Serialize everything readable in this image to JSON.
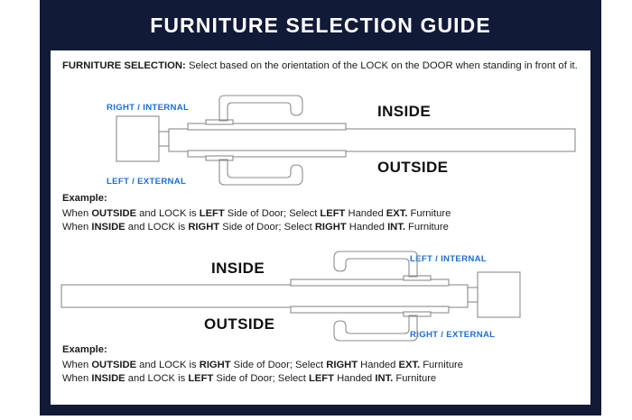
{
  "colors": {
    "frame_navy": "#111a37",
    "panel_white": "#ffffff",
    "label_blue": "#1a6fd4",
    "label_black": "#101010",
    "line_grey": "#8b8b8b"
  },
  "header": {
    "title": "FURNITURE SELECTION GUIDE"
  },
  "intro": {
    "label": "FURNITURE SELECTION:",
    "text": "Select based on the orientation of the LOCK on the DOOR when standing in front of it."
  },
  "diagram_one": {
    "name": "door-lock-left-diagram",
    "top_label": "RIGHT / INTERNAL",
    "bottom_label": "LEFT / EXTERNAL",
    "inside_label": "INSIDE",
    "outside_label": "OUTSIDE",
    "lock_side": "left"
  },
  "example_one": {
    "heading": "Example:",
    "line1": {
      "p1": "When ",
      "b1": "OUTSIDE",
      "p2": " and LOCK is ",
      "b2": "LEFT",
      "p3": " Side of Door;   Select ",
      "b3": "LEFT",
      "p4": " Handed ",
      "b4": "EXT.",
      "p5": " Furniture"
    },
    "line2": {
      "p1": "When ",
      "b1": "INSIDE",
      "p2": " and LOCK is ",
      "b2": "RIGHT",
      "p3": " Side of Door;  Select ",
      "b3": "RIGHT",
      "p4": " Handed ",
      "b4": "INT.",
      "p5": " Furniture"
    }
  },
  "diagram_two": {
    "name": "door-lock-right-diagram",
    "top_label": "LEFT / INTERNAL",
    "bottom_label": "RIGHT / EXTERNAL",
    "inside_label": "INSIDE",
    "outside_label": "OUTSIDE",
    "lock_side": "right"
  },
  "example_two": {
    "heading": "Example:",
    "line1": {
      "p1": "When ",
      "b1": "OUTSIDE",
      "p2": " and LOCK is ",
      "b2": "RIGHT",
      "p3": " Side of Door;   Select ",
      "b3": "RIGHT",
      "p4": " Handed ",
      "b4": "EXT.",
      "p5": " Furniture"
    },
    "line2": {
      "p1": "When ",
      "b1": "INSIDE",
      "p2": " and LOCK is ",
      "b2": "LEFT",
      "p3": " Side of Door;  Select ",
      "b3": "LEFT",
      "p4": " Handed ",
      "b4": "INT.",
      "p5": " Furniture"
    }
  }
}
